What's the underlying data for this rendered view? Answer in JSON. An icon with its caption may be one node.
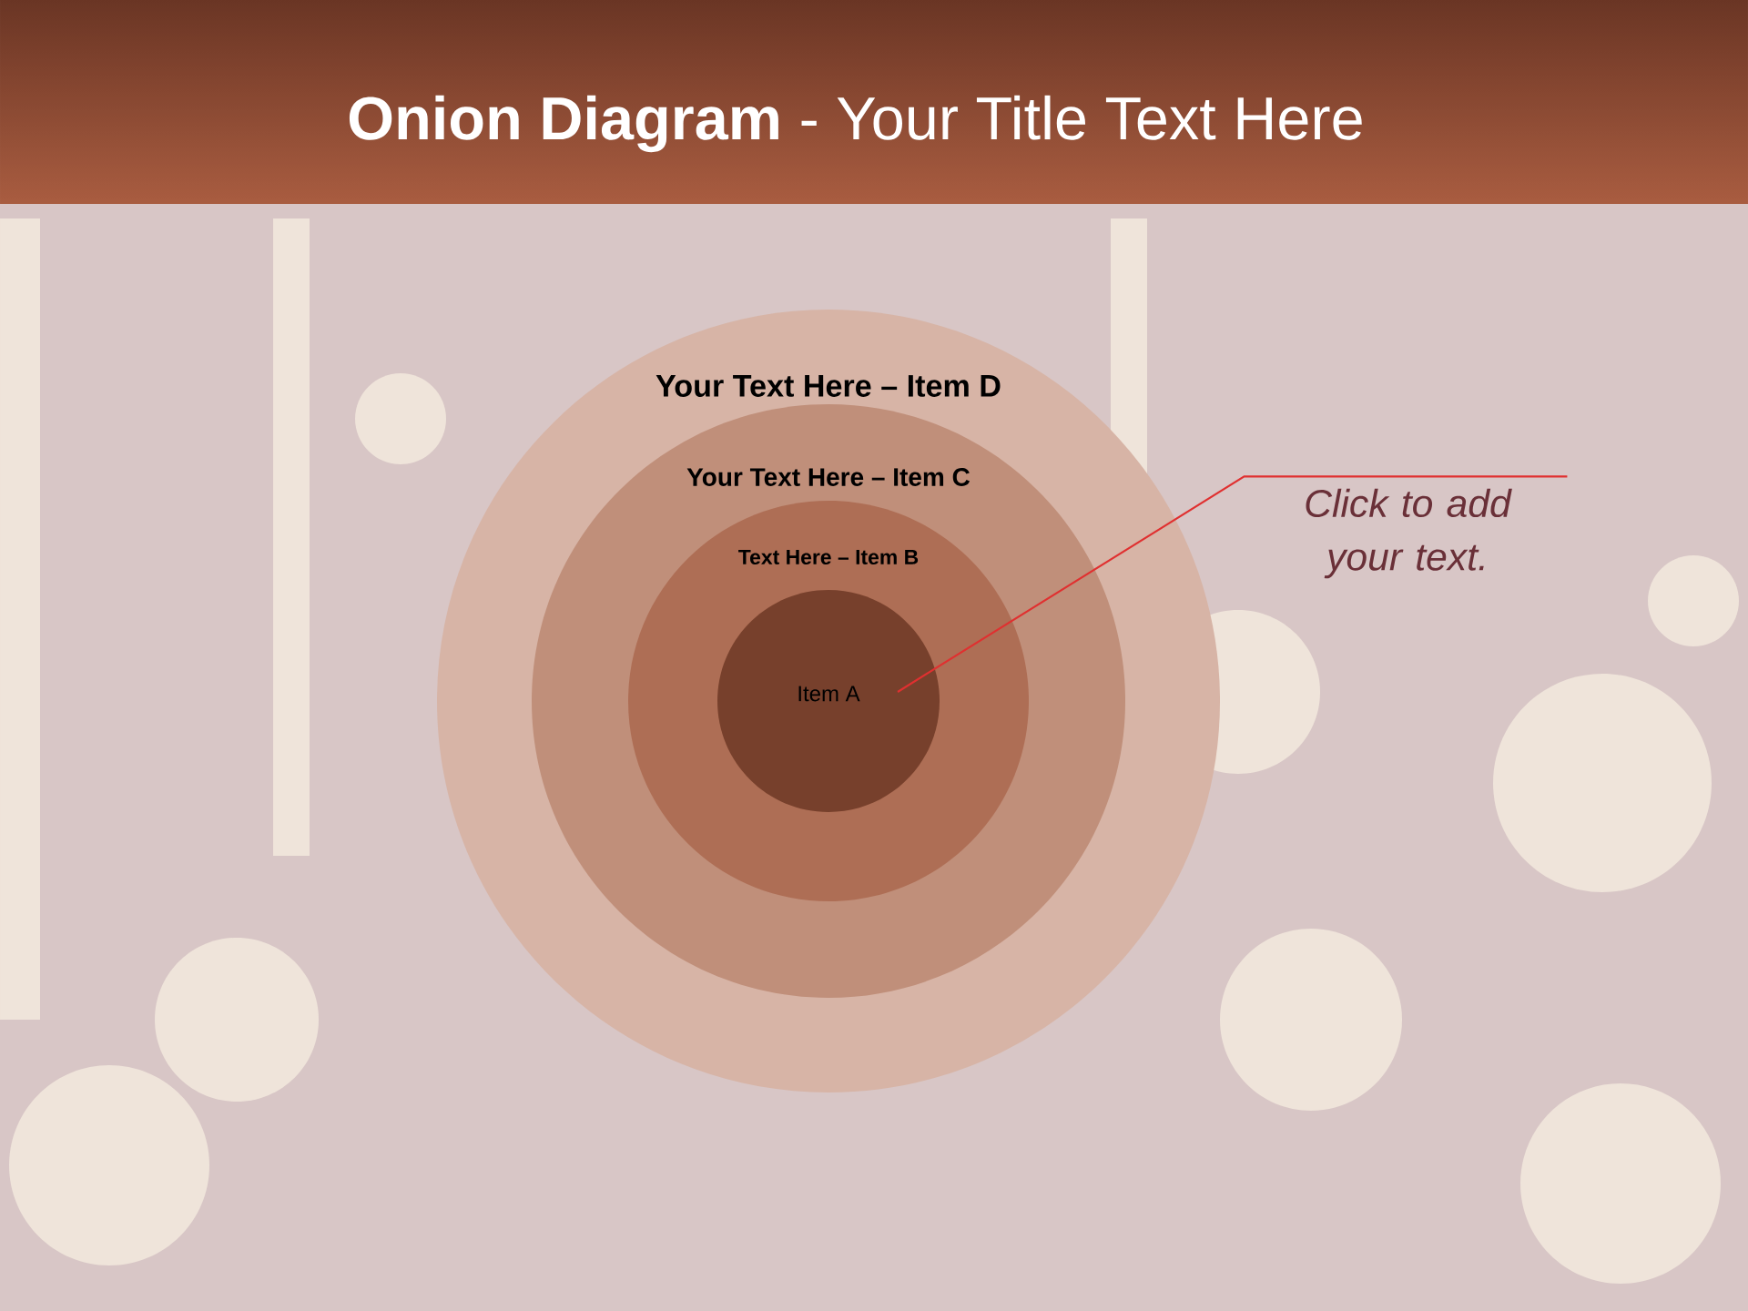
{
  "diagram": {
    "title": "**Onion Diagram** - Your Title Text Here",
    "nodes": [
      {
        "text": [
          "Your Text Here – Item D"
        ]
      },
      {
        "text": [
          "Your Text Here – Item C"
        ],
        "in": 0
      },
      {
        "text": [
          "Text Here – Item B"
        ],
        "in": 1
      },
      {
        "text": [
          "Item A"
        ],
        "in": 2
      },
      {
        "text": [
          "Click  to add your text."
        ]
      }
    ],
    "edges": [
      {
        "from": 4,
        "to": 3,
        "arrow": "none",
        "color": "#e03030"
      }
    ]
  }
}
